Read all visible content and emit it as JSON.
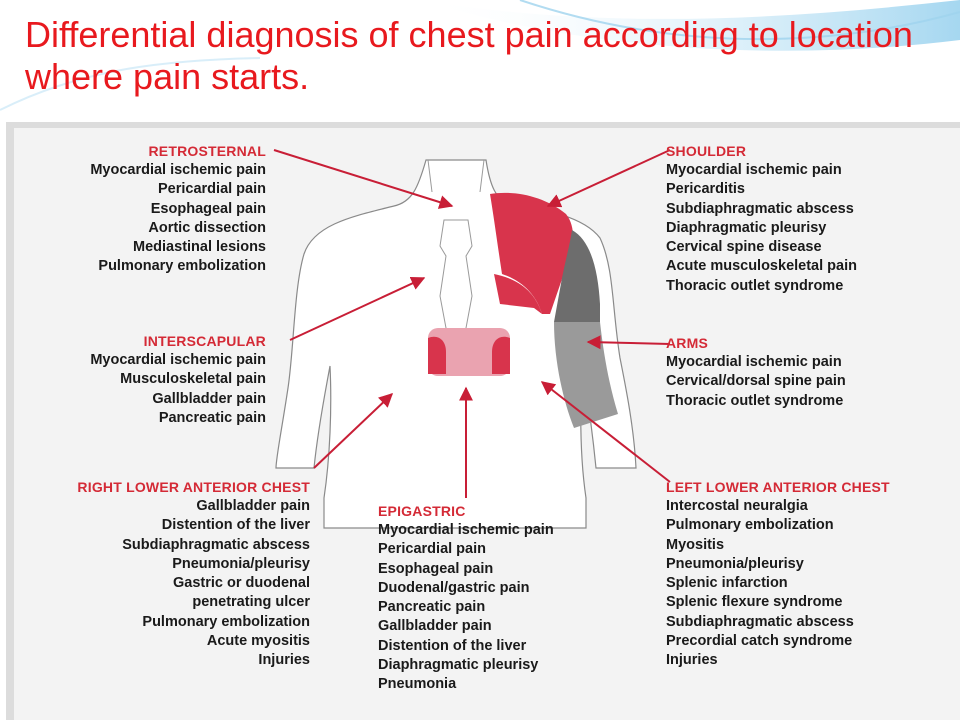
{
  "slide": {
    "title": "Differential diagnosis of chest pain according to location where pain starts."
  },
  "colors": {
    "title": "#e8191e",
    "heading": "#d42a36",
    "pain_red": "#d8344c",
    "pain_pink": "#eaa3b0",
    "pain_dark_gray": "#6d6d6d",
    "pain_gray": "#9a9a9a",
    "arrow": "#c81e36",
    "figure_bg": "#f3f3f3"
  },
  "regions": {
    "retrosternal": {
      "heading": "RETROSTERNAL",
      "items": [
        "Myocardial ischemic pain",
        "Pericardial pain",
        "Esophageal pain",
        "Aortic dissection",
        "Mediastinal lesions",
        "Pulmonary embolization"
      ]
    },
    "interscapular": {
      "heading": "INTERSCAPULAR",
      "items": [
        "Myocardial ischemic pain",
        "Musculoskeletal pain",
        "Gallbladder pain",
        "Pancreatic pain"
      ]
    },
    "right_lower": {
      "heading": "RIGHT LOWER ANTERIOR CHEST",
      "items": [
        "Gallbladder pain",
        "Distention of the liver",
        "Subdiaphragmatic abscess",
        "Pneumonia/pleurisy",
        "Gastric or duodenal",
        "penetrating ulcer",
        "Pulmonary embolization",
        "Acute myositis",
        "Injuries"
      ]
    },
    "epigastric": {
      "heading": "EPIGASTRIC",
      "items": [
        "Myocardial ischemic pain",
        "Pericardial pain",
        "Esophageal pain",
        "Duodenal/gastric pain",
        "Pancreatic pain",
        "Gallbladder pain",
        "Distention of the liver",
        "Diaphragmatic pleurisy",
        "Pneumonia"
      ]
    },
    "shoulder": {
      "heading": "SHOULDER",
      "items": [
        "Myocardial ischemic pain",
        "Pericarditis",
        "Subdiaphragmatic abscess",
        "Diaphragmatic pleurisy",
        "Cervical spine disease",
        "Acute musculoskeletal pain",
        "Thoracic outlet syndrome"
      ]
    },
    "arms": {
      "heading": "ARMS",
      "items": [
        "Myocardial ischemic pain",
        "Cervical/dorsal spine pain",
        "Thoracic outlet syndrome"
      ]
    },
    "left_lower": {
      "heading": "LEFT LOWER ANTERIOR CHEST",
      "items": [
        "Intercostal neuralgia",
        "Pulmonary embolization",
        "Myositis",
        "Pneumonia/pleurisy",
        "Splenic infarction",
        "Splenic flexure syndrome",
        "Subdiaphragmatic abscess",
        "Precordial catch syndrome",
        "Injuries"
      ]
    }
  }
}
